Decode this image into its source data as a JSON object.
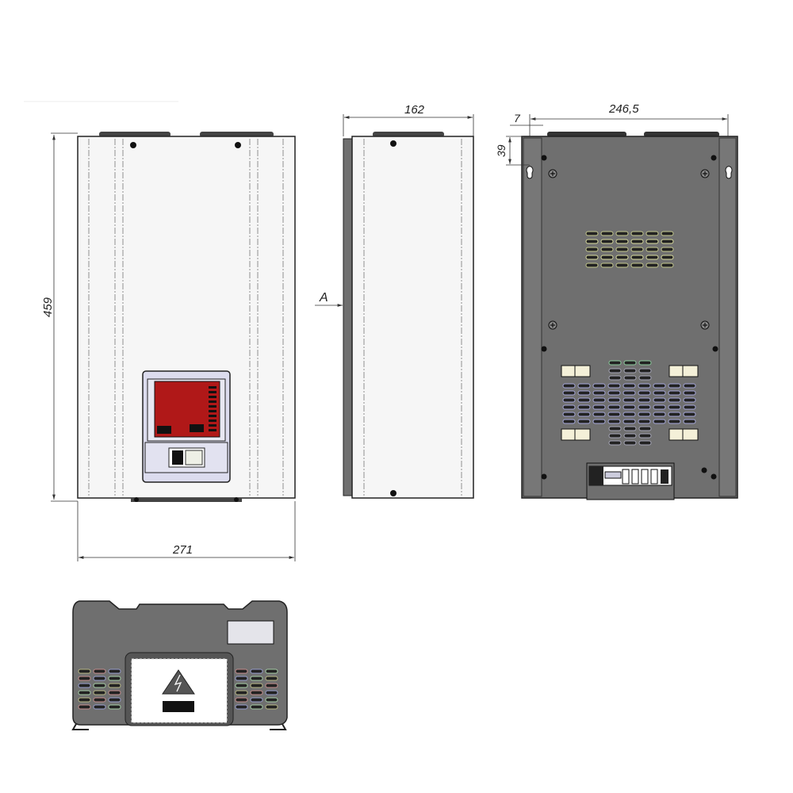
{
  "drawing": {
    "dimensions": {
      "height": "459",
      "width": "271",
      "depth": "162",
      "mount_spacing": "246,5",
      "mount_offset_x": "7",
      "mount_offset_y": "39"
    },
    "view_marker": "A",
    "colors": {
      "body_front": "#f4f4f4",
      "body_rear": "#6f6f6f",
      "display": "#b01818",
      "outline": "#222222"
    }
  }
}
